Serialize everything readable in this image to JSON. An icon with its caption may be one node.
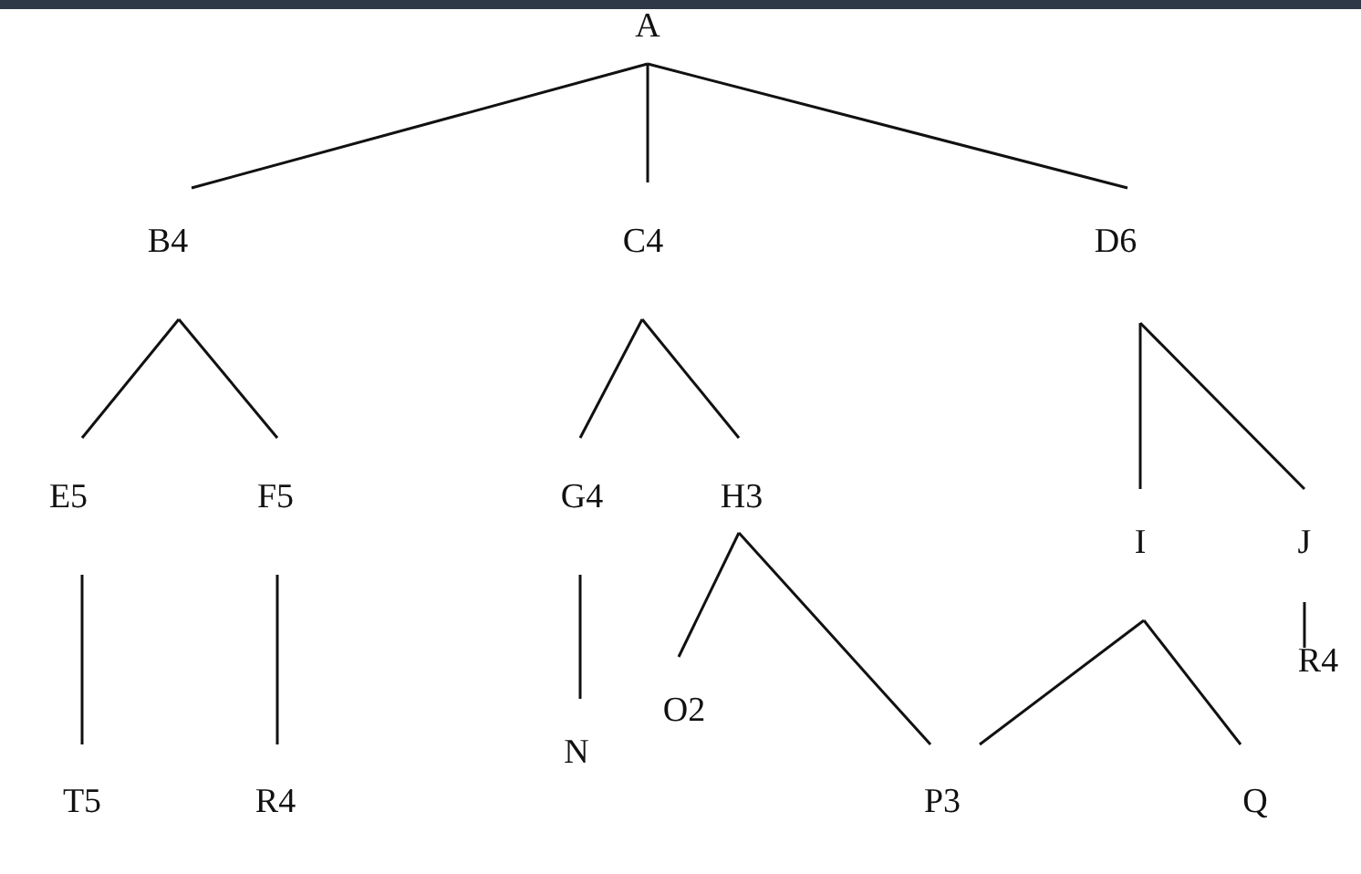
{
  "diagram": {
    "nodes": [
      {
        "text": [
          "A"
        ]
      },
      {
        "text": [
          "B4"
        ]
      },
      {
        "text": [
          "C4"
        ]
      },
      {
        "text": [
          "D6"
        ]
      },
      {
        "text": [
          "E5"
        ]
      },
      {
        "text": [
          "F5"
        ]
      },
      {
        "text": [
          "G4"
        ]
      },
      {
        "text": [
          "H3"
        ]
      },
      {
        "text": [
          "I"
        ]
      },
      {
        "text": [
          "J"
        ]
      },
      {
        "text": [
          "T5"
        ]
      },
      {
        "text": [
          "R4"
        ]
      },
      {
        "text": [
          "N"
        ]
      },
      {
        "text": [
          "O2"
        ]
      },
      {
        "text": [
          "P3"
        ]
      },
      {
        "text": [
          "Q"
        ]
      },
      {
        "text": [
          "R4"
        ]
      }
    ],
    "edges": [
      {
        "from": 0,
        "to": 1,
        "arrow": "none"
      },
      {
        "from": 0,
        "to": 2,
        "arrow": "none"
      },
      {
        "from": 0,
        "to": 3,
        "arrow": "none"
      },
      {
        "from": 1,
        "to": 4,
        "arrow": "none"
      },
      {
        "from": 1,
        "to": 5,
        "arrow": "none"
      },
      {
        "from": 2,
        "to": 6,
        "arrow": "none"
      },
      {
        "from": 2,
        "to": 7,
        "arrow": "none"
      },
      {
        "from": 3,
        "to": 8,
        "arrow": "none"
      },
      {
        "from": 3,
        "to": 9,
        "arrow": "none"
      },
      {
        "from": 4,
        "to": 10,
        "arrow": "none"
      },
      {
        "from": 5,
        "to": 11,
        "arrow": "none"
      },
      {
        "from": 6,
        "to": 12,
        "arrow": "none"
      },
      {
        "from": 7,
        "to": 13,
        "arrow": "none"
      },
      {
        "from": 7,
        "to": 14,
        "arrow": "none"
      },
      {
        "from": 8,
        "to": 14,
        "arrow": "none"
      },
      {
        "from": 8,
        "to": 15,
        "arrow": "none"
      },
      {
        "from": 9,
        "to": 16,
        "arrow": "none"
      }
    ]
  }
}
